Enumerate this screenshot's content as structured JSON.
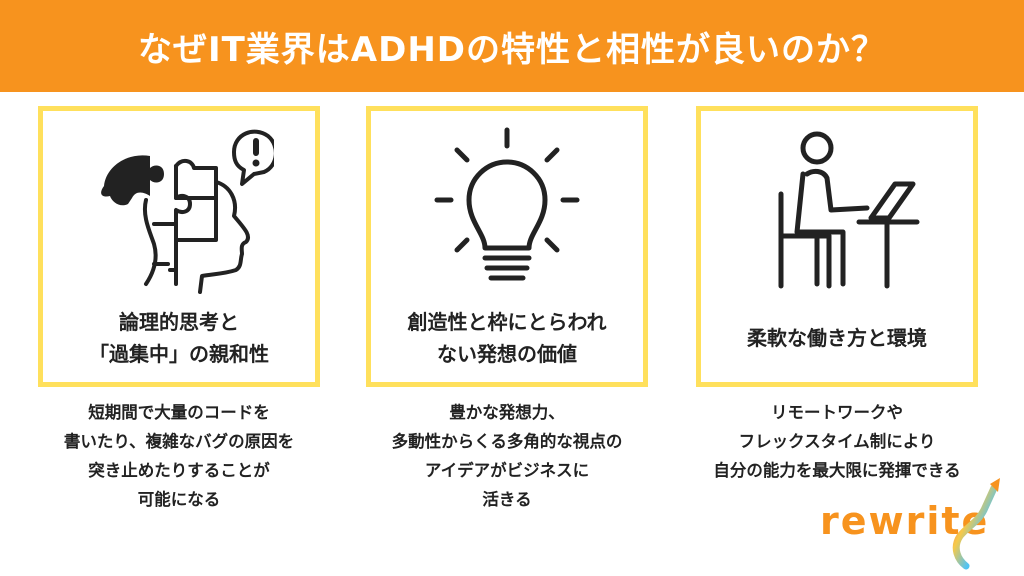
{
  "header": {
    "title": "なぜIT業界はADHDの特性と相性が良いのか？",
    "color": "#f7931e"
  },
  "cards": [
    {
      "icon": "puzzle-head-icon",
      "label_lines": [
        "論理的思考と",
        "「過集中」の親和性"
      ],
      "description_lines": [
        "短期間で大量のコードを",
        "書いたり、複雑なバグの原因を",
        "突き止めたりすることが",
        "可能になる"
      ]
    },
    {
      "icon": "lightbulb-icon",
      "label_lines": [
        "創造性と枠にとらわれ",
        "ない発想の価値"
      ],
      "description_lines": [
        "豊かな発想力、",
        "多動性からくる多角的な視点の",
        "アイデアがビジネスに",
        "活きる"
      ]
    },
    {
      "icon": "person-at-laptop-icon",
      "label_lines": [
        "柔軟な働き方と環境"
      ],
      "description_lines": [
        "リモートワークや",
        "フレックスタイム制により",
        "自分の能力を最大限に発揮できる"
      ]
    }
  ],
  "logo": {
    "text": "rewrite",
    "color": "#f7931e"
  },
  "colors": {
    "card_border": "#ffe05c",
    "text": "#222222"
  }
}
